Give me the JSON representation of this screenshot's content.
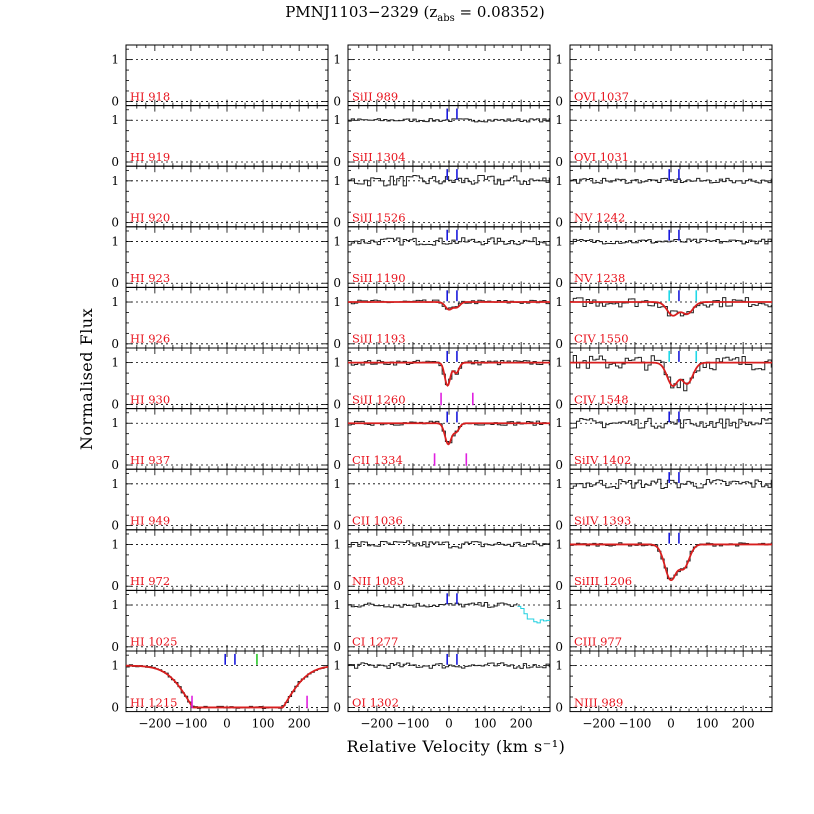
{
  "chart_data": {
    "type": "line",
    "title": "PMNJ1103−2329",
    "title_z_symbol": "z",
    "title_z_subscript": "abs",
    "title_z_value": " = 0.08352)",
    "title_open_paren": " (",
    "xlabel": "Relative Velocity (km s⁻¹)",
    "ylabel": "Normalised Flux",
    "xlim": [
      -280,
      280
    ],
    "ylim": [
      -0.1,
      1.35
    ],
    "x_ticks": [
      -200,
      -100,
      0,
      100,
      200
    ],
    "x_tick_labels": [
      "−200",
      "−100",
      "0",
      "100",
      "200"
    ],
    "y_ticks": [
      0,
      1
    ],
    "y_tick_labels": [
      "0",
      "1"
    ],
    "grid": false,
    "reference_lines": [
      0,
      1
    ],
    "colors": {
      "data": "#222222",
      "model": "#d81e1e",
      "label": "#e8141e",
      "blue_marker": "#1a1adc",
      "magenta_marker": "#e020e0",
      "cyan_marker": "#20d8e8",
      "green_marker": "#28c828",
      "blend": "#20d0e0"
    },
    "columns": [
      {
        "panels": [
          {
            "label": "HI 918",
            "has_data": false
          },
          {
            "label": "HI 919",
            "has_data": false
          },
          {
            "label": "HI 920",
            "has_data": false
          },
          {
            "label": "HI 923",
            "has_data": false
          },
          {
            "label": "HI 926",
            "has_data": false
          },
          {
            "label": "HI 930",
            "has_data": false
          },
          {
            "label": "HI 937",
            "has_data": false
          },
          {
            "label": "HI 949",
            "has_data": false
          },
          {
            "label": "HI 972",
            "has_data": false
          },
          {
            "label": "HI 1025",
            "has_data": false
          },
          {
            "label": "HI 1215",
            "has_data": true,
            "noise": 0.03,
            "components": [
              {
                "v": -30,
                "depth": 1.0,
                "b": 95
              },
              {
                "v": 90,
                "depth": 1.0,
                "b": 95
              }
            ],
            "markers": [
              {
                "v": -5,
                "color": "blue"
              },
              {
                "v": 22,
                "color": "blue"
              },
              {
                "v": 83,
                "color": "green"
              },
              {
                "v": -97,
                "color": "magenta",
                "low": true
              },
              {
                "v": 222,
                "color": "magenta",
                "low": true
              }
            ]
          }
        ]
      },
      {
        "panels": [
          {
            "label": "SiII 989",
            "has_data": false
          },
          {
            "label": "SiII 1304",
            "has_data": true,
            "noise": 0.04,
            "markers": [
              {
                "v": -5,
                "color": "blue"
              },
              {
                "v": 22,
                "color": "blue"
              }
            ]
          },
          {
            "label": "SiII 1526",
            "has_data": true,
            "noise": 0.13,
            "markers": [
              {
                "v": -5,
                "color": "blue"
              },
              {
                "v": 22,
                "color": "blue"
              }
            ]
          },
          {
            "label": "SiII 1190",
            "has_data": true,
            "noise": 0.09,
            "markers": [
              {
                "v": -5,
                "color": "blue"
              },
              {
                "v": 22,
                "color": "blue"
              }
            ]
          },
          {
            "label": "SiII 1193",
            "has_data": true,
            "noise": 0.05,
            "model": true,
            "components": [
              {
                "v": 0,
                "depth": 0.18,
                "b": 14
              },
              {
                "v": 22,
                "depth": 0.12,
                "b": 12
              }
            ],
            "markers": [
              {
                "v": -5,
                "color": "blue"
              },
              {
                "v": 22,
                "color": "blue"
              }
            ]
          },
          {
            "label": "SiII 1260",
            "has_data": true,
            "noise": 0.06,
            "model": true,
            "components": [
              {
                "v": -4,
                "depth": 0.55,
                "b": 11
              },
              {
                "v": 20,
                "depth": 0.25,
                "b": 11
              }
            ],
            "markers": [
              {
                "v": -5,
                "color": "blue"
              },
              {
                "v": 22,
                "color": "blue"
              },
              {
                "v": -22,
                "color": "magenta",
                "low": true
              },
              {
                "v": 66,
                "color": "magenta",
                "low": true
              }
            ]
          },
          {
            "label": "CII 1334",
            "has_data": true,
            "noise": 0.05,
            "model": true,
            "components": [
              {
                "v": -2,
                "depth": 0.5,
                "b": 13
              },
              {
                "v": 20,
                "depth": 0.2,
                "b": 12
              }
            ],
            "markers": [
              {
                "v": -5,
                "color": "blue"
              },
              {
                "v": 22,
                "color": "blue"
              },
              {
                "v": -40,
                "color": "magenta",
                "low": true
              },
              {
                "v": 48,
                "color": "magenta",
                "low": true
              }
            ]
          },
          {
            "label": "CII 1036",
            "has_data": false
          },
          {
            "label": "NII 1083",
            "has_data": true,
            "noise": 0.09
          },
          {
            "label": "CI 1277",
            "has_data": true,
            "noise": 0.06,
            "blend_from": 190,
            "blend_level": 0.62,
            "markers": [
              {
                "v": -5,
                "color": "blue"
              },
              {
                "v": 22,
                "color": "blue"
              }
            ]
          },
          {
            "label": "OI 1302",
            "has_data": true,
            "noise": 0.07,
            "markers": [
              {
                "v": -5,
                "color": "blue"
              },
              {
                "v": 22,
                "color": "blue"
              }
            ]
          }
        ]
      },
      {
        "panels": [
          {
            "label": "OVI 1037",
            "has_data": false
          },
          {
            "label": "OVI 1031",
            "has_data": false
          },
          {
            "label": "NV 1242",
            "has_data": true,
            "noise": 0.06,
            "markers": [
              {
                "v": -5,
                "color": "blue"
              },
              {
                "v": 22,
                "color": "blue"
              }
            ]
          },
          {
            "label": "NV 1238",
            "has_data": true,
            "noise": 0.06,
            "markers": [
              {
                "v": -5,
                "color": "blue"
              },
              {
                "v": 22,
                "color": "blue"
              }
            ]
          },
          {
            "label": "CIV 1550",
            "has_data": true,
            "noise": 0.12,
            "model": true,
            "components": [
              {
                "v": 5,
                "depth": 0.32,
                "b": 22
              },
              {
                "v": 45,
                "depth": 0.28,
                "b": 22
              }
            ],
            "markers": [
              {
                "v": -5,
                "color": "cyan"
              },
              {
                "v": 22,
                "color": "blue"
              },
              {
                "v": 70,
                "color": "cyan"
              }
            ]
          },
          {
            "label": "CIV 1548",
            "has_data": true,
            "noise": 0.18,
            "model": true,
            "components": [
              {
                "v": 5,
                "depth": 0.55,
                "b": 22
              },
              {
                "v": 45,
                "depth": 0.5,
                "b": 22
              }
            ],
            "markers": [
              {
                "v": -5,
                "color": "cyan"
              },
              {
                "v": 22,
                "color": "blue"
              },
              {
                "v": 70,
                "color": "cyan"
              }
            ]
          },
          {
            "label": "SiIV 1402",
            "has_data": true,
            "noise": 0.12,
            "markers": [
              {
                "v": -5,
                "color": "blue"
              },
              {
                "v": 22,
                "color": "blue"
              }
            ]
          },
          {
            "label": "SiIV 1393",
            "has_data": true,
            "noise": 0.12,
            "markers": [
              {
                "v": -5,
                "color": "blue"
              },
              {
                "v": 22,
                "color": "blue"
              }
            ]
          },
          {
            "label": "SiIII 1206",
            "has_data": true,
            "noise": 0.04,
            "model": true,
            "components": [
              {
                "v": 0,
                "depth": 0.85,
                "b": 24
              },
              {
                "v": 35,
                "depth": 0.55,
                "b": 22
              }
            ],
            "markers": [
              {
                "v": -5,
                "color": "blue"
              },
              {
                "v": 22,
                "color": "blue"
              }
            ]
          },
          {
            "label": "CIII 977",
            "has_data": false
          },
          {
            "label": "NIII 989",
            "has_data": false
          }
        ]
      }
    ]
  }
}
